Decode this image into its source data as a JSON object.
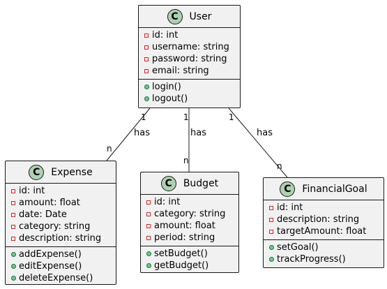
{
  "classes": {
    "user": {
      "icon": "C",
      "name": "User",
      "attributes": [
        "id: int",
        "username: string",
        "password: string",
        "email: string"
      ],
      "methods": [
        "login()",
        "logout()"
      ]
    },
    "expense": {
      "icon": "C",
      "name": "Expense",
      "attributes": [
        "id: int",
        "amount: float",
        "date: Date",
        "category: string",
        "description: string"
      ],
      "methods": [
        "addExpense()",
        "editExpense()",
        "deleteExpense()"
      ]
    },
    "budget": {
      "icon": "C",
      "name": "Budget",
      "attributes": [
        "id: int",
        "category: string",
        "amount: float",
        "period: string"
      ],
      "methods": [
        "setBudget()",
        "getBudget()"
      ]
    },
    "financialgoal": {
      "icon": "C",
      "name": "FinancialGoal",
      "attributes": [
        "id: int",
        "description: string",
        "targetAmount: float"
      ],
      "methods": [
        "setGoal()",
        "trackProgress()"
      ]
    }
  },
  "relations": {
    "user_expense": {
      "label": "has",
      "source_mult": "1",
      "target_mult": "n"
    },
    "user_budget": {
      "label": "has",
      "source_mult": "1",
      "target_mult": "n"
    },
    "user_goal": {
      "label": "has",
      "source_mult": "1",
      "target_mult": "n"
    }
  },
  "colors": {
    "class_fill": "#f1f1f1",
    "border": "#181818",
    "class_icon": "#add1b2",
    "private_marker": "#c82930",
    "public_marker": "#84be84"
  }
}
